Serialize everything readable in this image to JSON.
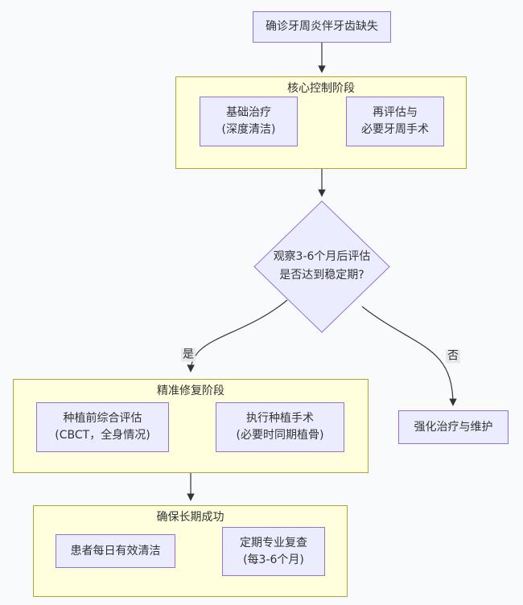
{
  "diagram": {
    "type": "flowchart",
    "colors": {
      "page_bg": "#F9FAFB",
      "node_fill": "#ECECFF",
      "node_border": "#9370DB",
      "cluster_fill": "#FFFFDE",
      "cluster_border": "#AAAA33",
      "edge": "#333333",
      "edge_label_bg": "#E8E8E8",
      "text": "#333333"
    },
    "start_node": {
      "label": "确诊牙周炎伴牙齿缺失"
    },
    "phase1": {
      "title": "核心控制阶段",
      "node_basic": {
        "line1": "基础治疗",
        "line2": "(深度清洁)"
      },
      "node_reeval": {
        "line1": "再评估与",
        "line2": "必要牙周手术"
      }
    },
    "decision": {
      "line1": "观察3-6个月后评估",
      "line2": "是否达到稳定期?"
    },
    "edge_labels": {
      "yes": "是",
      "no": "否"
    },
    "phase2": {
      "title": "精准修复阶段",
      "node_assess": {
        "line1": "种植前综合评估",
        "line2": "(CBCT，全身情况)"
      },
      "node_surgery": {
        "line1": "执行种植手术",
        "line2": "(必要时同期植骨)"
      }
    },
    "node_reinforce": {
      "label": "强化治疗与维护"
    },
    "phase3": {
      "title": "确保长期成功",
      "node_daily": {
        "label": "患者每日有效清洁"
      },
      "node_recall": {
        "line1": "定期专业复查",
        "line2": "(每3-6个月)"
      }
    }
  }
}
